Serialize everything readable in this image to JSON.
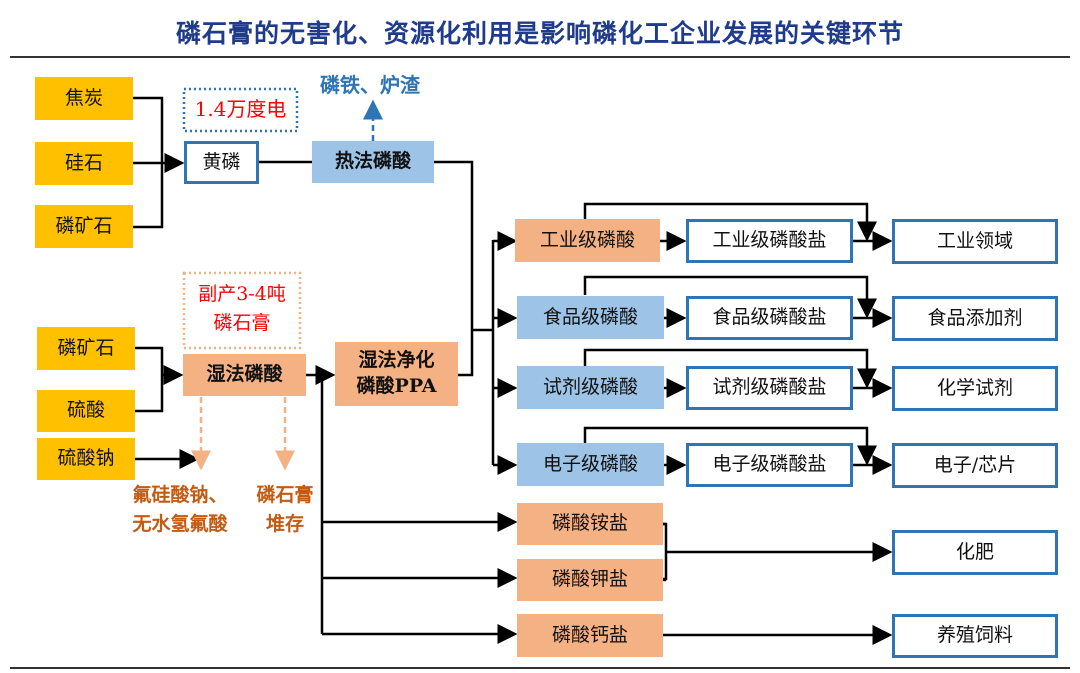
{
  "title": "磷石膏的无害化、资源化利用是影响磷化工企业发展的关键环节",
  "thermal": {
    "inputs": [
      "焦炭",
      "硅石",
      "磷矿石"
    ],
    "yellow_p": "黄磷",
    "energy_note": "1.4万度电",
    "acid": "热法磷酸",
    "byproduct": "磷铁、炉渣"
  },
  "wet": {
    "inputs": [
      "磷矿石",
      "硫酸"
    ],
    "sodium_sulfate": "硫酸钠",
    "acid": "湿法磷酸",
    "byproduct_note_line1": "副产3-4吨",
    "byproduct_note_line2": "磷石膏",
    "purified_line1": "湿法净化",
    "purified_line2": "磷酸PPA",
    "out1_line1": "氟硅酸钠、",
    "out1_line2": "无水氢氟酸",
    "out2_line1": "磷石膏",
    "out2_line2": "堆存"
  },
  "grades": [
    {
      "acid": "工业级磷酸",
      "salt": "工业级磷酸盐",
      "use": "工业领域"
    },
    {
      "acid": "食品级磷酸",
      "salt": "食品级磷酸盐",
      "use": "食品添加剂"
    },
    {
      "acid": "试剂级磷酸",
      "salt": "试剂级磷酸盐",
      "use": "化学试剂"
    },
    {
      "acid": "电子级磷酸",
      "salt": "电子级磷酸盐",
      "use": "电子/芯片"
    }
  ],
  "salts": {
    "ammonium": "磷酸铵盐",
    "potassium": "磷酸钾盐",
    "calcium": "磷酸钙盐",
    "fertilizer": "化肥",
    "feed": "养殖饲料"
  },
  "colors": {
    "title": "#1f3b8c",
    "input": "#ffc000",
    "orange": "#f4b183",
    "lightblue": "#9dc3e6",
    "border": "#2e75b6",
    "red": "#ff0000",
    "brown": "#c55a11"
  }
}
